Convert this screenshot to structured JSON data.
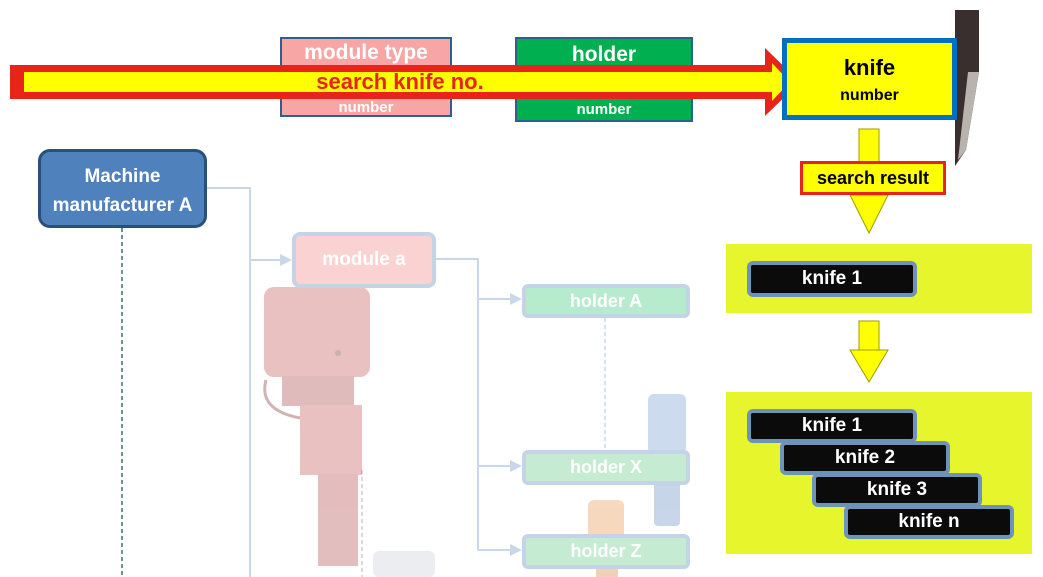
{
  "header": {
    "module_type_title": "module type",
    "module_type_sub": "number",
    "holder_title": "holder",
    "holder_sub": "number",
    "knife_title": "knife",
    "knife_sub": "number",
    "search_arrow_label": "search knife no.",
    "search_result_label": "search result"
  },
  "tree": {
    "manufacturer": "Machine manufacturer A",
    "module": "module a",
    "holders": [
      "holder A",
      "holder X",
      "holder Z"
    ]
  },
  "results": {
    "single": "knife 1",
    "list": [
      "knife 1",
      "knife 2",
      "knife 3",
      "knife n"
    ]
  },
  "colors": {
    "module_red": "#f7a5a5",
    "holder_green": "#00b050",
    "knife_yellow": "#ffff00",
    "knife_border_blue": "#0070c0",
    "arrow_red": "#e8231a",
    "result_panel": "#e6f52c",
    "manufacturer_blue": "#4f81bd",
    "knife_tag": "#0b0b0b",
    "knife_tag_border": "#6f93b8"
  }
}
